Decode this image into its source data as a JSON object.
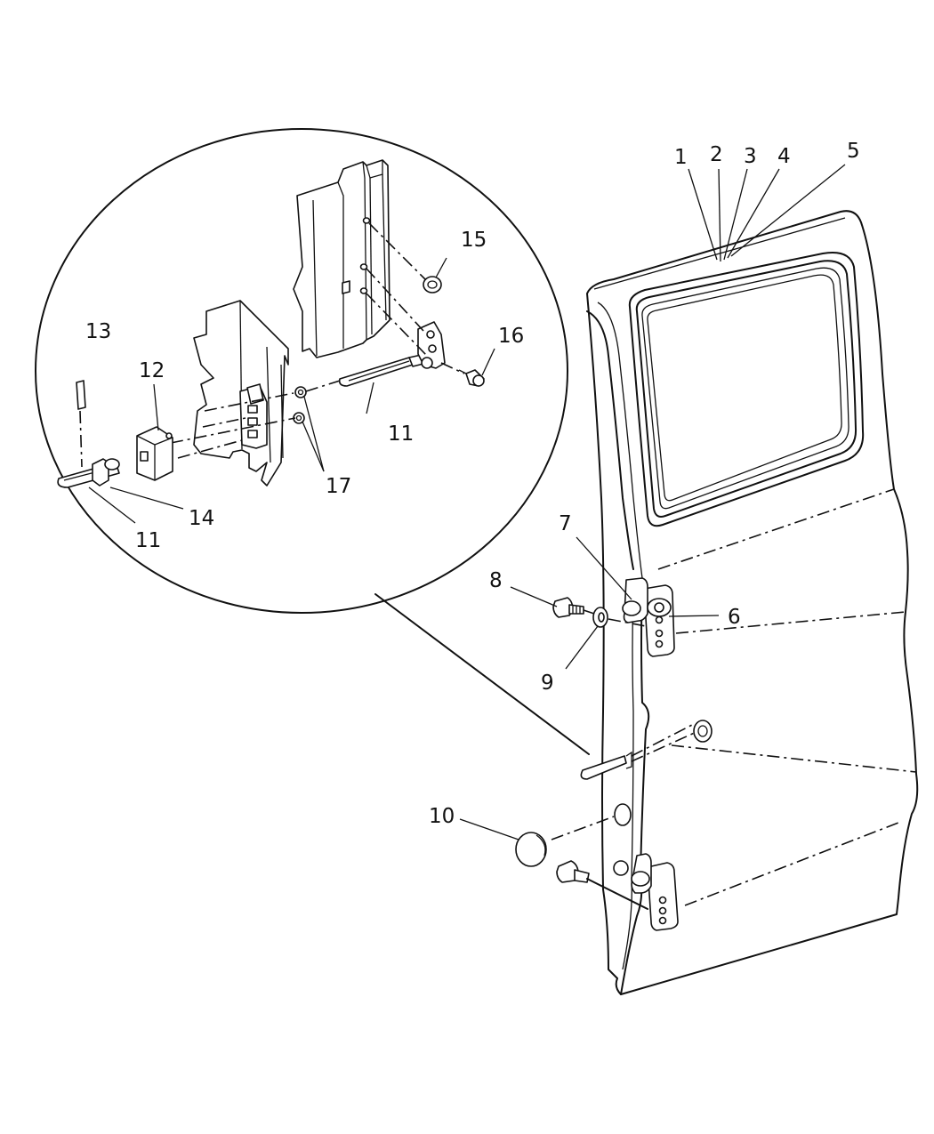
{
  "callouts": [
    {
      "id": "c1",
      "text": "1"
    },
    {
      "id": "c2",
      "text": "2"
    },
    {
      "id": "c3",
      "text": "3"
    },
    {
      "id": "c4",
      "text": "4"
    },
    {
      "id": "c5",
      "text": "5"
    },
    {
      "id": "c6",
      "text": "6"
    },
    {
      "id": "c7",
      "text": "7"
    },
    {
      "id": "c8",
      "text": "8"
    },
    {
      "id": "c9",
      "text": "9"
    },
    {
      "id": "c10",
      "text": "10"
    },
    {
      "id": "c11a",
      "text": "11"
    },
    {
      "id": "c11b",
      "text": "11"
    },
    {
      "id": "c12",
      "text": "12"
    },
    {
      "id": "c13",
      "text": "13"
    },
    {
      "id": "c14",
      "text": "14"
    },
    {
      "id": "c15",
      "text": "15"
    },
    {
      "id": "c16",
      "text": "16"
    },
    {
      "id": "c17",
      "text": "17"
    }
  ]
}
